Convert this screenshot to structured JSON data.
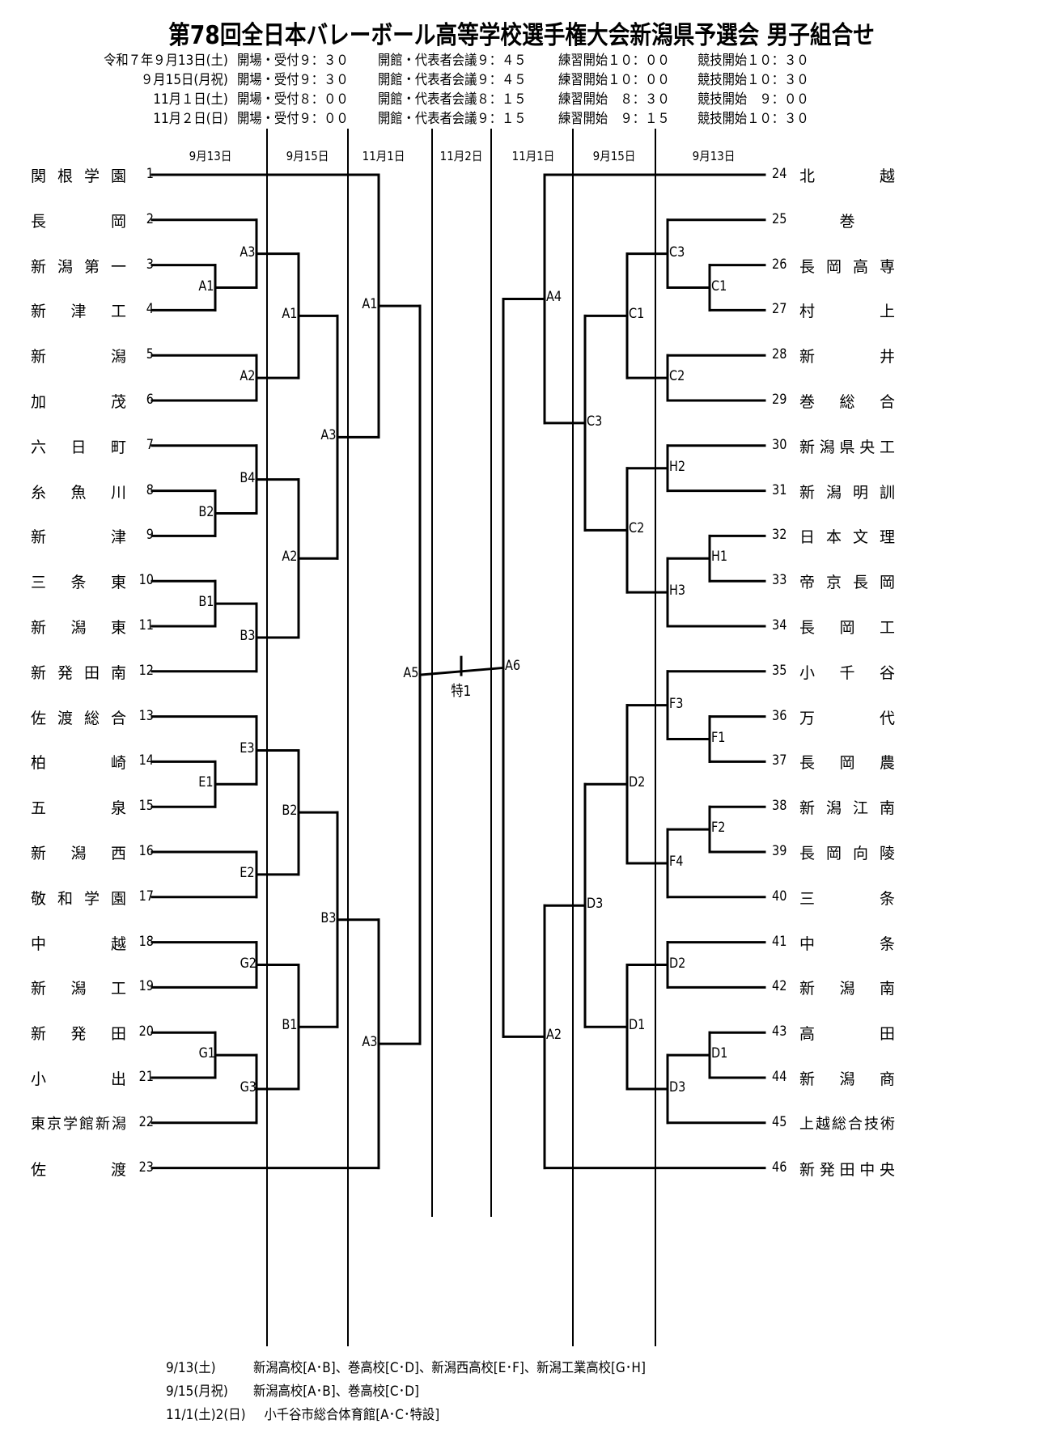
{
  "title": "第78回全日本バレーボール高等学校選手権大会新潟県予選会 男子組合せ",
  "schedule": [
    {
      "date": "令和７年９月13日(土)",
      "open": "開場・受付９：３０",
      "meeting": "開館・代表者会議９：４５",
      "practice": "練習開始１０：００",
      "start": "競技開始１０：３０"
    },
    {
      "date": "９月15日(月祝)",
      "open": "開場・受付９：３０",
      "meeting": "開館・代表者会議９：４５",
      "practice": "練習開始１０：００",
      "start": "競技開始１０：３０"
    },
    {
      "date": "11月１日(土)",
      "open": "開場・受付８：００",
      "meeting": "開館・代表者会議８：１５",
      "practice": "練習開始　８：３０",
      "start": "競技開始　９：００"
    },
    {
      "date": "11月２日(日)",
      "open": "開場・受付９：００",
      "meeting": "開館・代表者会議９：１５",
      "practice": "練習開始　９：１５",
      "start": "競技開始１０：３０"
    }
  ],
  "column_headers": [
    "9月13日",
    "9月15日",
    "11月1日",
    "11月2日",
    "11月1日",
    "9月15日",
    "9月13日"
  ],
  "left_teams": [
    {
      "num": "1",
      "name": "関根学園"
    },
    {
      "num": "2",
      "name": "長岡"
    },
    {
      "num": "3",
      "name": "新潟第一"
    },
    {
      "num": "4",
      "name": "新津工"
    },
    {
      "num": "5",
      "name": "新潟"
    },
    {
      "num": "6",
      "name": "加茂"
    },
    {
      "num": "7",
      "name": "六日町"
    },
    {
      "num": "8",
      "name": "糸魚川"
    },
    {
      "num": "9",
      "name": "新津"
    },
    {
      "num": "10",
      "name": "三条東"
    },
    {
      "num": "11",
      "name": "新潟東"
    },
    {
      "num": "12",
      "name": "新発田南"
    },
    {
      "num": "13",
      "name": "佐渡総合"
    },
    {
      "num": "14",
      "name": "柏崎"
    },
    {
      "num": "15",
      "name": "五泉"
    },
    {
      "num": "16",
      "name": "新潟西"
    },
    {
      "num": "17",
      "name": "敬和学園"
    },
    {
      "num": "18",
      "name": "中越"
    },
    {
      "num": "19",
      "name": "新潟工"
    },
    {
      "num": "20",
      "name": "新発田"
    },
    {
      "num": "21",
      "name": "小出"
    },
    {
      "num": "22",
      "name": "東京学館新潟"
    },
    {
      "num": "23",
      "name": "佐渡"
    }
  ],
  "right_teams": [
    {
      "num": "24",
      "name": "北越"
    },
    {
      "num": "25",
      "name": "巻"
    },
    {
      "num": "26",
      "name": "長岡高専"
    },
    {
      "num": "27",
      "name": "村上"
    },
    {
      "num": "28",
      "name": "新井"
    },
    {
      "num": "29",
      "name": "巻総合"
    },
    {
      "num": "30",
      "name": "新潟県央工"
    },
    {
      "num": "31",
      "name": "新潟明訓"
    },
    {
      "num": "32",
      "name": "日本文理"
    },
    {
      "num": "33",
      "name": "帝京長岡"
    },
    {
      "num": "34",
      "name": "長岡工"
    },
    {
      "num": "35",
      "name": "小千谷"
    },
    {
      "num": "36",
      "name": "万代"
    },
    {
      "num": "37",
      "name": "長岡農"
    },
    {
      "num": "38",
      "name": "新潟江南"
    },
    {
      "num": "39",
      "name": "長岡向陵"
    },
    {
      "num": "40",
      "name": "三条"
    },
    {
      "num": "41",
      "name": "中条"
    },
    {
      "num": "42",
      "name": "新潟南"
    },
    {
      "num": "43",
      "name": "高田"
    },
    {
      "num": "44",
      "name": "新潟商"
    },
    {
      "num": "45",
      "name": "上越総合技術"
    },
    {
      "num": "46",
      "name": "新発田中央"
    }
  ],
  "left_matches": [
    {
      "label": "A1",
      "a": "t3",
      "b": "t4",
      "col": 1
    },
    {
      "label": "A3",
      "a": "t2",
      "b": "m:A1",
      "col": 2
    },
    {
      "label": "A2",
      "a": "t5",
      "b": "t6",
      "col": 2
    },
    {
      "label": "B2",
      "a": "t8",
      "b": "t9",
      "col": 1
    },
    {
      "label": "B4",
      "a": "t7",
      "b": "m:B2",
      "col": 2
    },
    {
      "label": "B1",
      "a": "t10",
      "b": "t11",
      "col": 1
    },
    {
      "label": "B3",
      "a": "m:B1",
      "b": "t12",
      "col": 2
    },
    {
      "label": "E1",
      "a": "t14",
      "b": "t15",
      "col": 1
    },
    {
      "label": "E3",
      "a": "t13",
      "b": "m:E1",
      "col": 2
    },
    {
      "label": "E2",
      "a": "t16",
      "b": "t17",
      "col": 2
    },
    {
      "label": "G2",
      "a": "t18",
      "b": "t19",
      "col": 2
    },
    {
      "label": "G1",
      "a": "t20",
      "b": "t21",
      "col": 1
    },
    {
      "label": "G3",
      "a": "m:G1",
      "b": "t22",
      "col": 2
    },
    {
      "label": "A1",
      "key": "R2A1",
      "a": "m:A3",
      "b": "m:A2",
      "col": 3
    },
    {
      "label": "A2",
      "key": "R2A2",
      "a": "m:B4",
      "b": "m:B3",
      "col": 3
    },
    {
      "label": "B2",
      "key": "R2B2",
      "a": "m:E3",
      "b": "m:E2",
      "col": 3
    },
    {
      "label": "B1",
      "key": "R2B1",
      "a": "m:G2",
      "b": "m:G3",
      "col": 3
    },
    {
      "label": "A3",
      "key": "R3A3",
      "a": "m:R2A1",
      "b": "m:R2A2",
      "col": 4
    },
    {
      "label": "B3",
      "key": "R3B3",
      "a": "m:R2B2",
      "b": "m:R2B1",
      "col": 4
    },
    {
      "label": "A1",
      "key": "R4A1",
      "a": "t1",
      "b": "m:R3A3",
      "col": 5
    },
    {
      "label": "A3",
      "key": "R4A3",
      "a": "m:R3B3",
      "b": "t23",
      "col": 5
    },
    {
      "label": "A5",
      "key": "A5",
      "a": "m:R4A1",
      "b": "m:R4A3",
      "col": 6
    }
  ],
  "right_matches": [
    {
      "label": "C1",
      "a": "t26",
      "b": "t27",
      "col": 1
    },
    {
      "label": "C3",
      "a": "t25",
      "b": "m:C1",
      "col": 2
    },
    {
      "label": "C2",
      "a": "t28",
      "b": "t29",
      "col": 2
    },
    {
      "label": "H2",
      "a": "t30",
      "b": "t31",
      "col": 2
    },
    {
      "label": "H1",
      "a": "t32",
      "b": "t33",
      "col": 1
    },
    {
      "label": "H3",
      "a": "m:H1",
      "b": "t34",
      "col": 2
    },
    {
      "label": "F1",
      "a": "t36",
      "b": "t37",
      "col": 1
    },
    {
      "label": "F3",
      "a": "t35",
      "b": "m:F1",
      "col": 2
    },
    {
      "label": "F2",
      "a": "t38",
      "b": "t39",
      "col": 1
    },
    {
      "label": "F4",
      "a": "m:F2",
      "b": "t40",
      "col": 2
    },
    {
      "label": "D2",
      "a": "t41",
      "b": "t42",
      "col": 2
    },
    {
      "label": "D1",
      "a": "t43",
      "b": "t44",
      "col": 1
    },
    {
      "label": "D3",
      "a": "m:D1",
      "b": "t45",
      "col": 2
    },
    {
      "label": "C1",
      "key": "R2C1",
      "a": "m:C3",
      "b": "m:C2",
      "col": 3
    },
    {
      "label": "C2",
      "key": "R2C2",
      "a": "m:H2",
      "b": "m:H3",
      "col": 3
    },
    {
      "label": "D2",
      "key": "R2D2",
      "a": "m:F3",
      "b": "m:F4",
      "col": 3
    },
    {
      "label": "D1",
      "key": "R2D1",
      "a": "m:D2",
      "b": "m:D3",
      "col": 3
    },
    {
      "label": "C3",
      "key": "R3C3",
      "a": "m:R2C1",
      "b": "m:R2C2",
      "col": 4
    },
    {
      "label": "D3",
      "key": "R3D3",
      "a": "m:R2D2",
      "b": "m:R2D1",
      "col": 4
    },
    {
      "label": "A4",
      "key": "R4A4",
      "a": "t24",
      "b": "m:R3C3",
      "col": 5
    },
    {
      "label": "A2",
      "key": "R4A2",
      "a": "m:R3D3",
      "b": "t46",
      "col": 5
    },
    {
      "label": "A6",
      "key": "A6",
      "a": "m:R4A4",
      "b": "m:R4A2",
      "col": 6
    }
  ],
  "final_label": "特1",
  "footer": [
    {
      "date": "9/13(土)",
      "venues": "新潟高校[A･B]、巻高校[C･D]、新潟西高校[E･F]、新潟工業高校[G･H]"
    },
    {
      "date": "9/15(月祝)",
      "venues": "新潟高校[A･B]、巻高校[C･D]"
    },
    {
      "date": "11/1(土)2(日)",
      "venues": "小千谷市総合体育館[A･C･特設]"
    }
  ]
}
